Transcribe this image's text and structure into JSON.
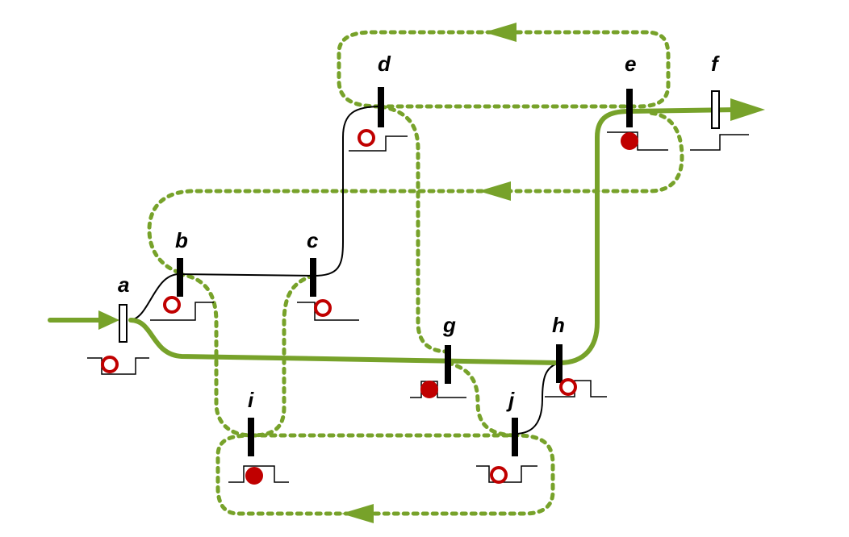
{
  "colors": {
    "path": "#77a22a",
    "marker_open": "#c00000",
    "marker_filled": "#c00000",
    "bar": "#000000",
    "wire": "#000000"
  },
  "nodes": [
    {
      "id": "a",
      "label": "a",
      "kind": "terminal",
      "marker": "open"
    },
    {
      "id": "b",
      "label": "b",
      "kind": "switch",
      "marker": "open"
    },
    {
      "id": "c",
      "label": "c",
      "kind": "switch",
      "marker": "open"
    },
    {
      "id": "d",
      "label": "d",
      "kind": "switch",
      "marker": "open"
    },
    {
      "id": "e",
      "label": "e",
      "kind": "switch",
      "marker": "filled"
    },
    {
      "id": "f",
      "label": "f",
      "kind": "terminal",
      "marker": "none"
    },
    {
      "id": "g",
      "label": "g",
      "kind": "switch",
      "marker": "filled"
    },
    {
      "id": "h",
      "label": "h",
      "kind": "switch",
      "marker": "open"
    },
    {
      "id": "i",
      "label": "i",
      "kind": "switch",
      "marker": "filled"
    },
    {
      "id": "j",
      "label": "j",
      "kind": "switch",
      "marker": "open"
    }
  ]
}
